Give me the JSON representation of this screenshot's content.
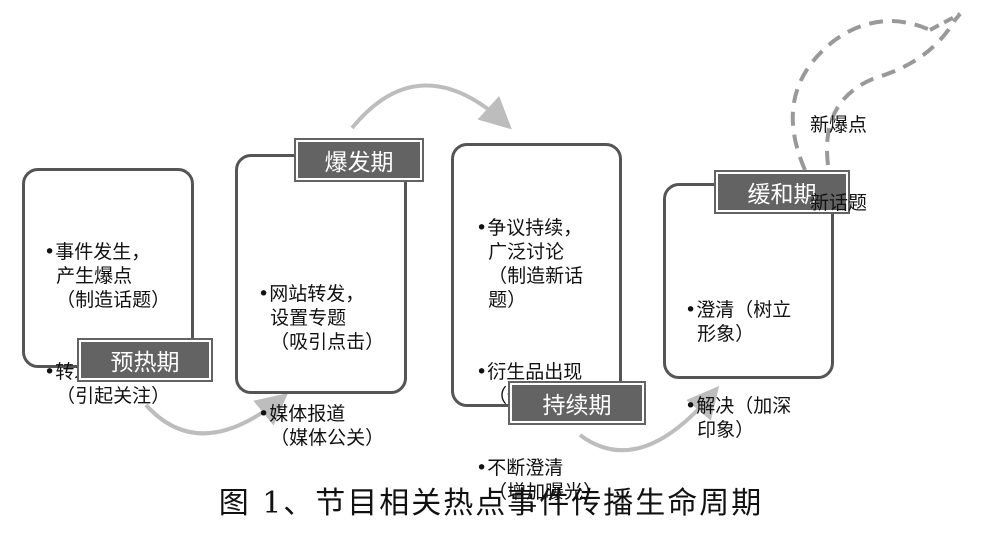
{
  "stages": [
    {
      "label": "预热期",
      "items": [
        "•事件发生，\n  产生爆点\n  （制造话题）",
        "•转发、讨论\n  （引起关注）"
      ]
    },
    {
      "label": "爆发期",
      "items": [
        "•网站转发，\n  设置专题\n  （吸引点击）",
        "•媒体报道\n  （媒体公关）"
      ]
    },
    {
      "label": "持续期",
      "items": [
        "•争议持续，\n  广泛讨论\n  （制造新话\n  题）",
        "•衍生品出现\n  （借势讨论）",
        "•不断澄清\n  （增加曝光）"
      ]
    },
    {
      "label": "缓和期",
      "items": [
        "•澄清（树立\n  形象）",
        "•解决（加深\n  印象）"
      ]
    }
  ],
  "new_topic": {
    "line1": "新爆点",
    "line2": "新话题"
  },
  "caption": "图 1、节目相关热点事件传播生命周期",
  "colors": {
    "box_border": "#555555",
    "label_bg": "#636363",
    "arrow": "#bdbdbd",
    "dashed_arrow": "#999999"
  }
}
